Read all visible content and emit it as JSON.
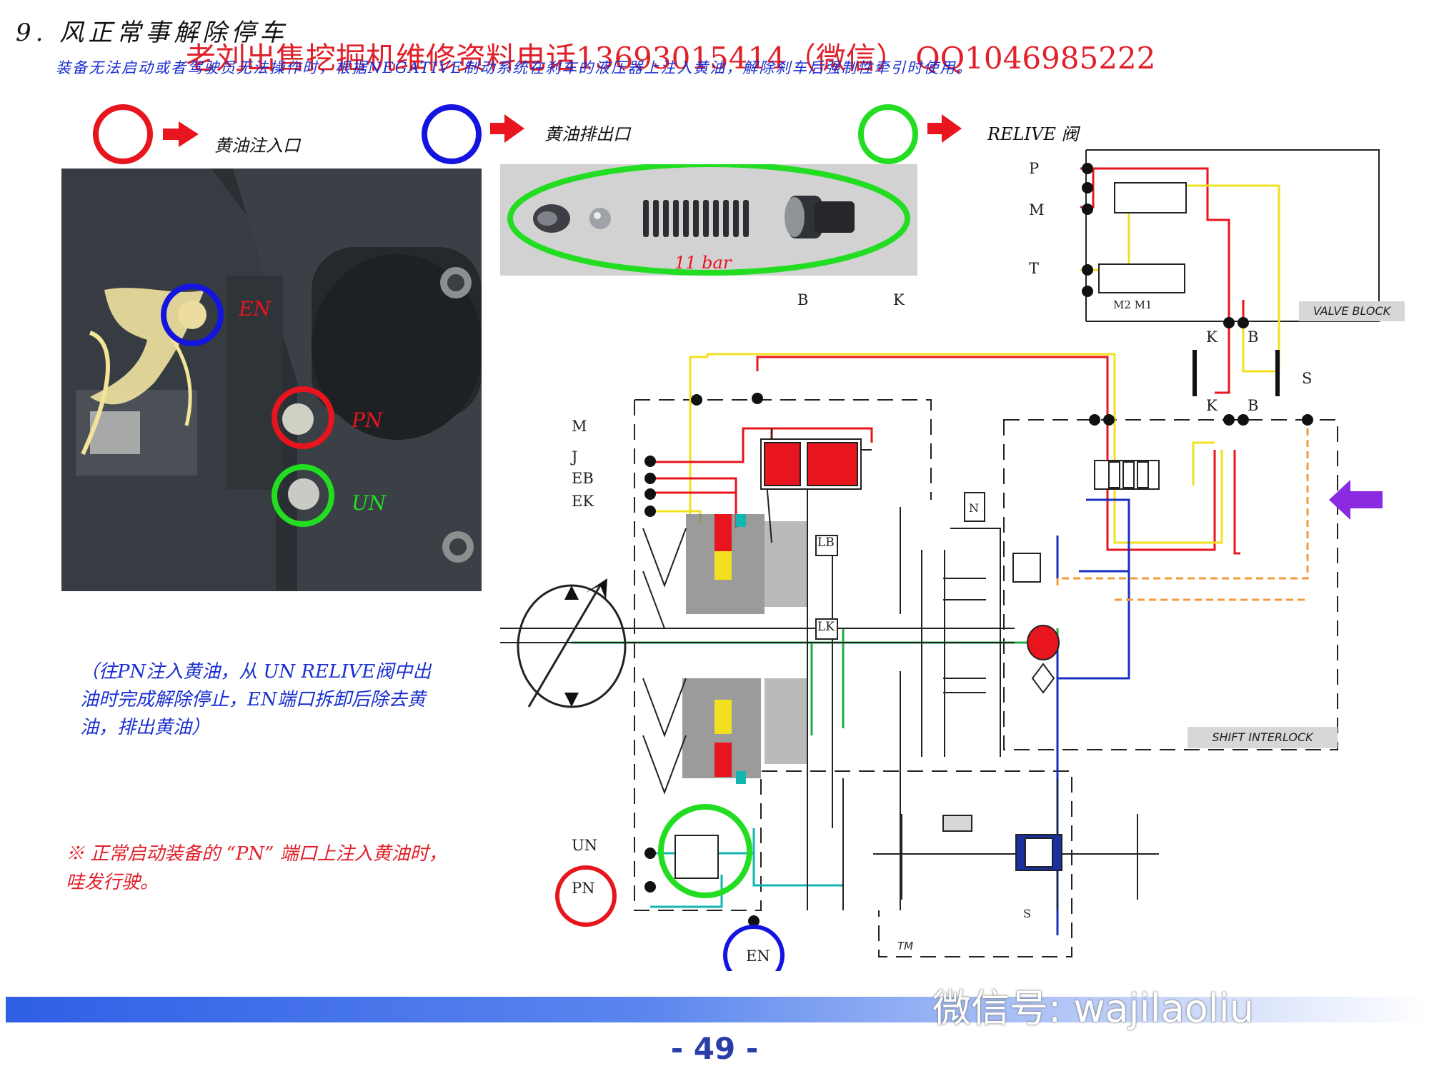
{
  "header": {
    "title": "9. 风正常事解除停车",
    "watermark": "老刘出售挖掘机维修资料电话13693015414（微信）  QQ1046985222",
    "intro": "装备无法启动或者驾驶员无法操作时，根据NEGATIVE制动系统在刹车的液压器上注入黄油，解除刹车后强制性牵引时使用。"
  },
  "legend": {
    "red": {
      "label": "黄油注入口",
      "color": "#e8141e"
    },
    "blue": {
      "label": "黄油排出口",
      "color": "#1414e0"
    },
    "green": {
      "label": "RELIVE 阀",
      "color": "#22dd22"
    }
  },
  "photo_left": {
    "labels": {
      "en": "EN",
      "pn": "PN",
      "un": "UN"
    }
  },
  "photo_parts": {
    "pressure": "11 bar"
  },
  "notes": {
    "blue": "（往PN注入黄油，从 UN RELIVE阀中出油时完成解除停止，EN端口拆卸后除去黄油，排出黄油）",
    "red": "※ 正常启动装备的 “PN” 端口上注入黄油时，哇发行驶。"
  },
  "schematic": {
    "ports_left": [
      "M",
      "J",
      "EB",
      "EK",
      "UN",
      "PN",
      "EN"
    ],
    "ports_top": [
      "B",
      "K"
    ],
    "valve_block_ports": [
      "P",
      "M",
      "T"
    ],
    "valve_block_label": "VALVE BLOCK",
    "valve_labels": "M2 M1",
    "link_labels": {
      "k1": "K",
      "b1": "B",
      "k2": "K",
      "b2": "B",
      "s": "S"
    },
    "shift_label": "SHIFT INTERLOCK",
    "boxes": {
      "lb": "LB",
      "lk": "LK",
      "n": "N",
      "tm": "TM",
      "s_block": "S"
    }
  },
  "footer": {
    "page_number": "- 49 -",
    "wechat": "微信号: wajilaoliu"
  },
  "colors": {
    "line_red": "#e8141e",
    "line_yellow": "#f2e020",
    "line_cyan": "#13b5b0",
    "line_blue": "#1a2fc0",
    "line_orange": "#f59a3c",
    "line_green": "#22aa44",
    "arrow_purple": "#8a2be2"
  }
}
